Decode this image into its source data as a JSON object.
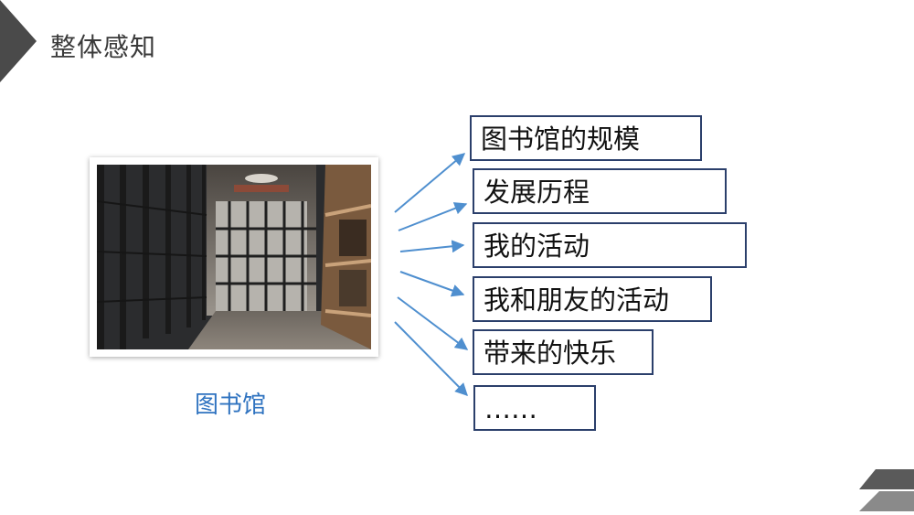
{
  "title": "整体感知",
  "caption": "图书馆",
  "items": [
    "图书馆的规模",
    "发展历程",
    "我的活动",
    "我和朋友的活动",
    "带来的快乐",
    "……"
  ],
  "colors": {
    "caption": "#2f73c0",
    "arrow": "#4f8fcf",
    "box_border": "#2b3f6b",
    "corner": "#4a4a4a"
  }
}
